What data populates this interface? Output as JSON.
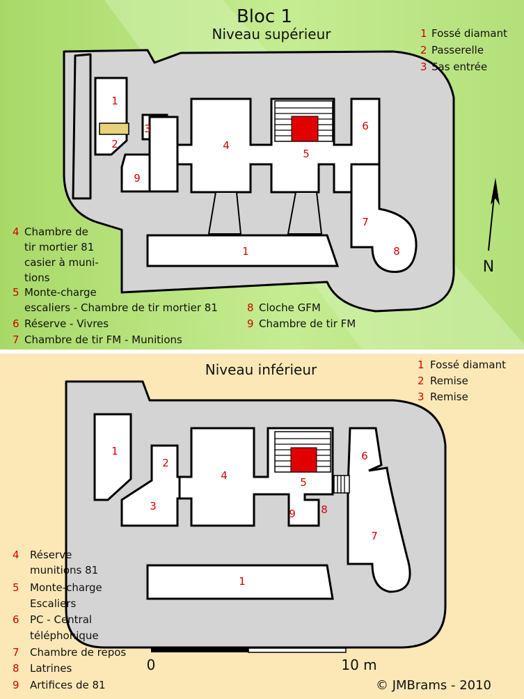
{
  "title": "Bloc 1",
  "upper": {
    "heading": "Niveau supérieur",
    "legend_right": [
      {
        "num": "1",
        "text": "Fossé diamant"
      },
      {
        "num": "2",
        "text": "Passerelle"
      },
      {
        "num": "3",
        "text": "Sas entrée"
      }
    ],
    "legend_left": [
      {
        "num": "4",
        "lines": [
          "Chambre de",
          "tir mortier 81",
          "casier à muni-",
          "tions"
        ]
      },
      {
        "num": "5",
        "lines": [
          "Monte-charge",
          "escaliers  - Chambre de tir mortier 81"
        ]
      },
      {
        "num": "6",
        "lines": [
          "Réserve - Vivres"
        ]
      },
      {
        "num": "7",
        "lines": [
          "Chambre de tir FM - Munitions"
        ]
      }
    ],
    "legend_mid": [
      {
        "num": "8",
        "text": "Cloche GFM"
      },
      {
        "num": "9",
        "text": "Chambre de tir FM"
      }
    ],
    "rooms": [
      "1",
      "2",
      "3",
      "4",
      "5",
      "6",
      "7",
      "8",
      "9",
      "1"
    ],
    "north": "N"
  },
  "lower": {
    "heading": "Niveau inférieur",
    "legend_right": [
      {
        "num": "1",
        "text": "Fossé diamant"
      },
      {
        "num": "2",
        "text": "Remise"
      },
      {
        "num": "3",
        "text": "Remise"
      }
    ],
    "legend_left": [
      {
        "num": "4",
        "lines": [
          "Réserve",
          "munitions 81"
        ]
      },
      {
        "num": "5",
        "lines": [
          "Monte-charge",
          "Escaliers"
        ]
      },
      {
        "num": "6",
        "lines": [
          "PC - Central",
          "téléphonique"
        ]
      },
      {
        "num": "7",
        "lines": [
          "Chambre de repos"
        ]
      },
      {
        "num": "8",
        "lines": [
          "Latrines"
        ]
      },
      {
        "num": "9",
        "lines": [
          "Artifices de 81"
        ]
      }
    ],
    "rooms": [
      "1",
      "2",
      "3",
      "4",
      "5",
      "6",
      "7",
      "8",
      "9",
      "1"
    ]
  },
  "scale": {
    "start": "0",
    "end": "10 m"
  },
  "credit": "©  JMBrams - 2010",
  "colors": {
    "upper_bg": "#bfe88a",
    "lower_bg": "#fbe8b6",
    "rooms_label": "#d40000",
    "cloche": "#e00000",
    "passerelle": "#e8d27a"
  }
}
